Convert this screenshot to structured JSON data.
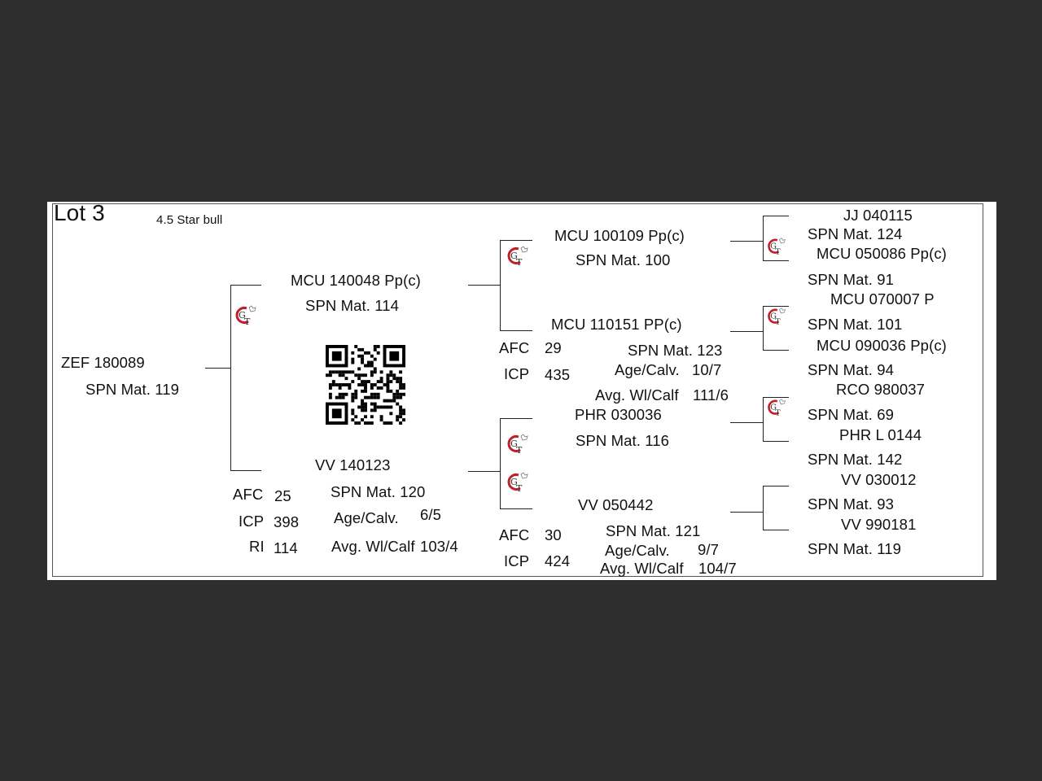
{
  "header": {
    "lot": "Lot 3",
    "rating": "4.5 Star bull"
  },
  "subject": {
    "id": "ZEF 180089",
    "spn": "SPN Mat. 119"
  },
  "sire": {
    "id": "MCU 140048  Pp(c)",
    "spn": "SPN Mat. 114",
    "sire": {
      "id": "MCU 100109  Pp(c)",
      "spn": "SPN Mat. 100",
      "sire": {
        "id": "JJ  040115",
        "spn": "SPN Mat. 124"
      },
      "dam": {
        "id": "MCU 050086  Pp(c)",
        "spn": "SPN Mat. 91"
      }
    },
    "dam": {
      "id": "MCU 110151   PP(c)",
      "spn": "SPN Mat. 123",
      "afc_label": "AFC",
      "afc": "29",
      "icp_label": "ICP",
      "icp": "435",
      "age_label": "Age/Calv.",
      "age": "10/7",
      "wt_label": "Avg. Wl/Calf",
      "wt": "111/6",
      "sire": {
        "id": "MCU 070007  P",
        "spn": "SPN Mat. 101"
      },
      "dam": {
        "id": "MCU 090036  Pp(c)",
        "spn": "SPN Mat. 94"
      }
    }
  },
  "dam": {
    "id": "VV  140123",
    "spn": "SPN Mat. 120",
    "afc_label": "AFC",
    "afc": "25",
    "icp_label": "ICP",
    "icp": "398",
    "ri_label": "RI",
    "ri": "114",
    "age_label": "Age/Calv.",
    "age": "6/5",
    "wt_label": "Avg. Wl/Calf",
    "wt": "103/4",
    "sire": {
      "id": "PHR 030036",
      "spn": "SPN Mat. 116",
      "sire": {
        "id": "RCO 980037",
        "spn": "SPN Mat. 69"
      },
      "dam": {
        "id": "PHR L 0144",
        "spn": "SPN Mat. 142"
      }
    },
    "dam": {
      "id": "VV  050442",
      "spn": "SPN Mat. 121",
      "afc_label": "AFC",
      "afc": "30",
      "icp_label": "ICP",
      "icp": "424",
      "age_label": "Age/Calv.",
      "age": "9/7",
      "wt_label": "Avg. Wl/Calf",
      "wt": "104/7",
      "sire": {
        "id": "VV  030012",
        "spn": "SPN Mat. 93"
      },
      "dam": {
        "id": "VV  990181",
        "spn": "SPN Mat. 119"
      }
    }
  },
  "icons": {
    "logo": "gt-logo-icon",
    "qr": "qr-code-icon"
  },
  "colors": {
    "background": "#2e2e2e",
    "sheet": "#ffffff",
    "logo_red": "#c0202a"
  }
}
